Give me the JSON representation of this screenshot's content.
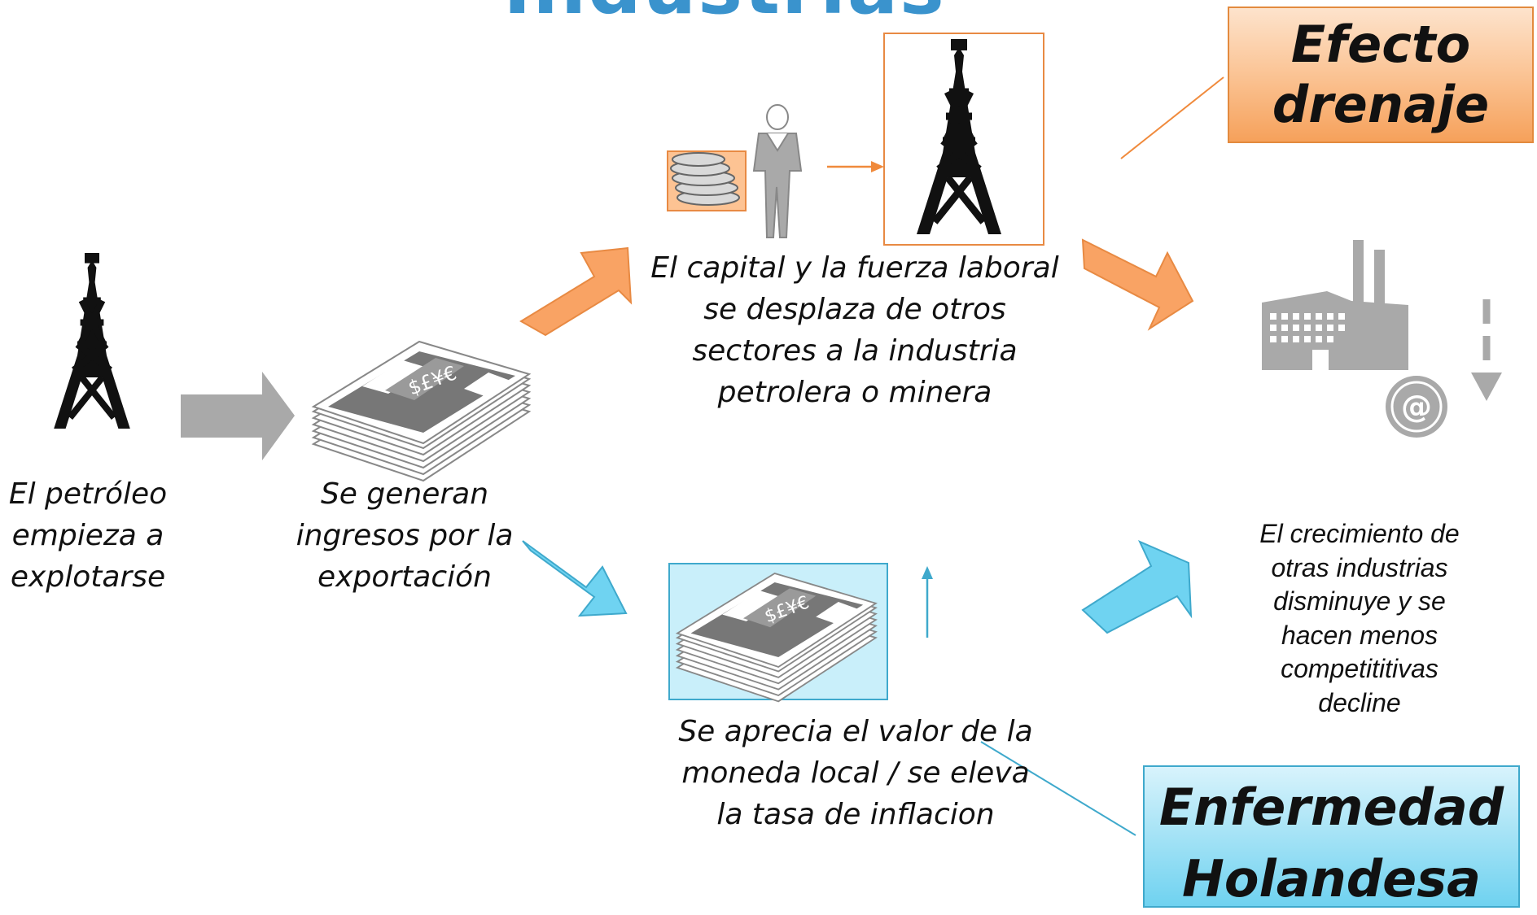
{
  "title": "Industrias",
  "steps": {
    "oil": "El petróleo empieza a explotarse",
    "income": "Se generan ingresos por la exportación",
    "capital": "El capital y la fuerza laboral se desplaza de otros sectores a la industria petrolera o minera",
    "currency": "Se aprecia el valor de la moneda local / se eleva la tasa de inflacion",
    "decline": "El crecimiento de otras industrias disminuye y se hacen menos competititivas decline"
  },
  "boxes": {
    "drain_effect": "Efecto drenaje",
    "dutch_disease": "Enfermedad Holandesa"
  },
  "icons": {
    "money_label": "$£¥€",
    "email": "@"
  },
  "colors": {
    "orange": "#f9a364",
    "blue": "#6fd3f1",
    "gray": "#a9a9a9",
    "title_blue": "#3a93cd"
  }
}
